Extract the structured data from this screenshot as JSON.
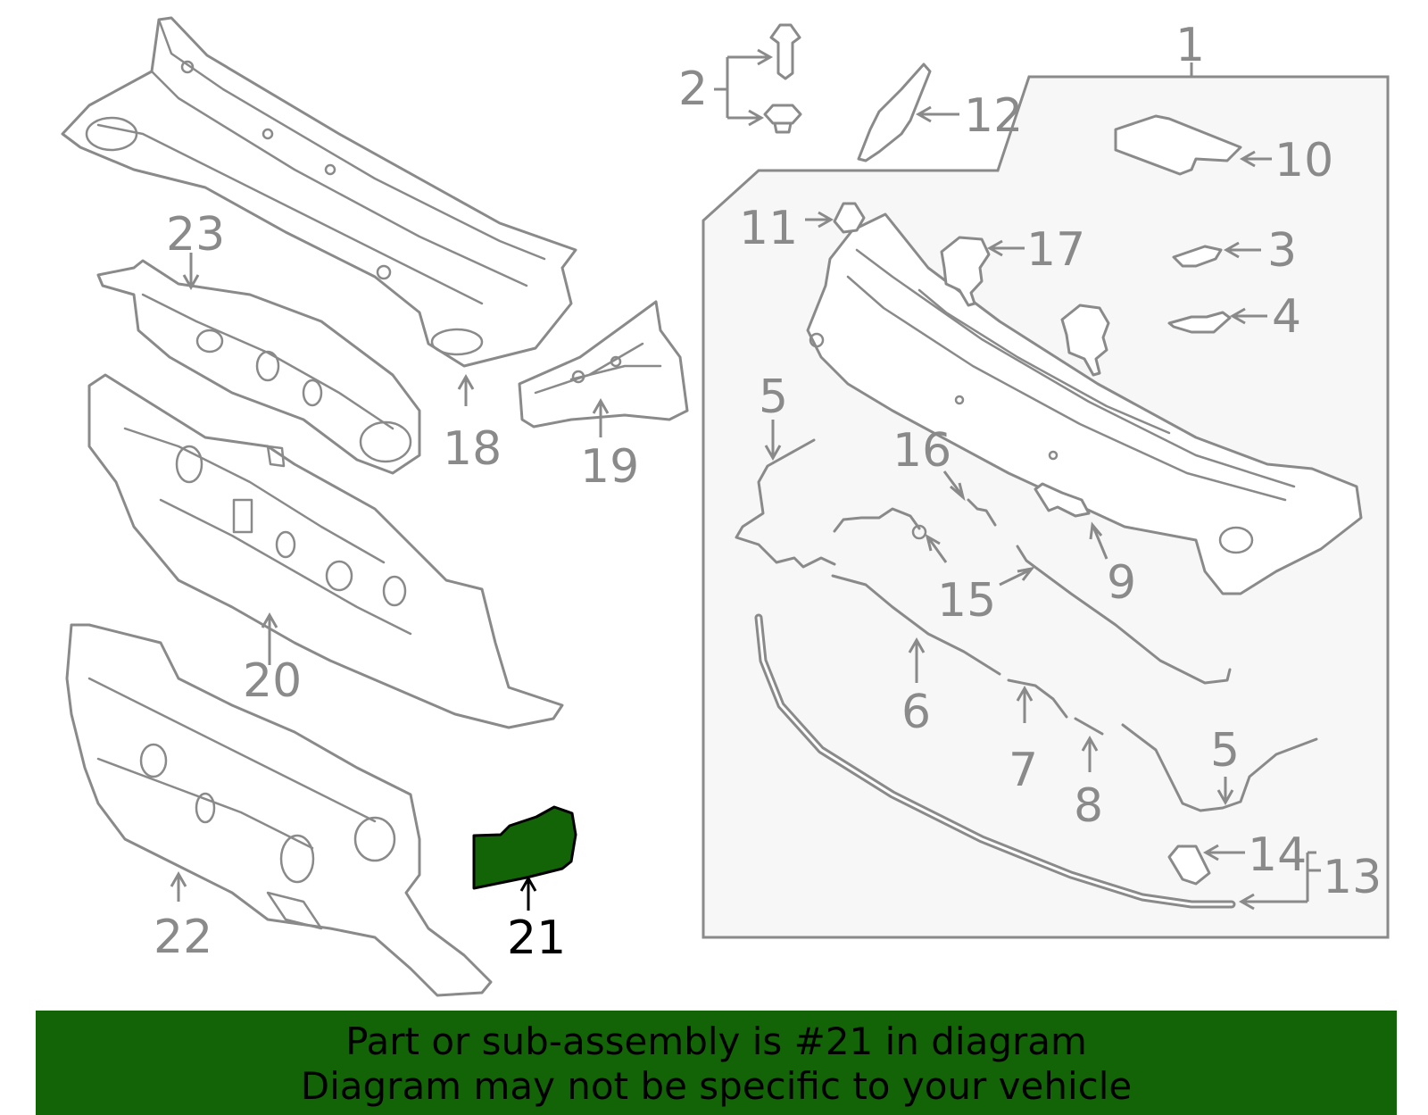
{
  "colors": {
    "line": "#8a8a8a",
    "highlight_fill": "#136307",
    "banner_background": "#136307",
    "kit_box_fill": "#f7f7f7"
  },
  "callouts": {
    "c1": "1",
    "c2": "2",
    "c3": "3",
    "c4": "4",
    "c5a": "5",
    "c5b": "5",
    "c6": "6",
    "c7": "7",
    "c8": "8",
    "c9": "9",
    "c10": "10",
    "c11": "11",
    "c12": "12",
    "c13": "13",
    "c14": "14",
    "c15": "15",
    "c16": "16",
    "c17": "17",
    "c18": "18",
    "c19": "19",
    "c20": "20",
    "c21": "21",
    "c22": "22",
    "c23": "23"
  },
  "highlighted_part": "21",
  "banner": {
    "line1": "Part or sub-assembly is #21 in diagram",
    "line2": "Diagram may not be specific to your vehicle"
  }
}
